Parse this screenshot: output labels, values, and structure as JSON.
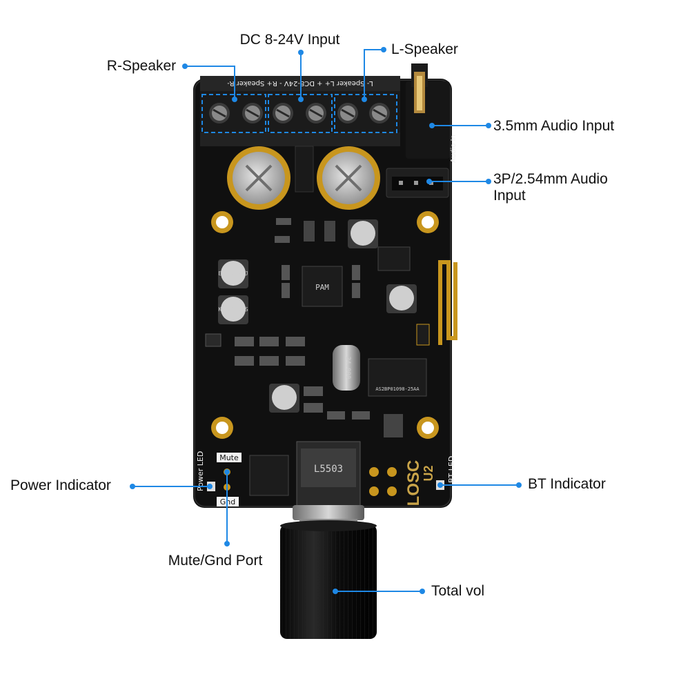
{
  "labels": {
    "dc_input": "DC 8-24V Input",
    "r_speaker": "R-Speaker",
    "l_speaker": "L-Speaker",
    "audio_35": "3.5mm Audio Input",
    "audio_3p_line1": "3P/2.54mm Audio",
    "audio_3p_line2": "Input",
    "power_indicator": "Power Indicator",
    "bt_indicator": "BT Indicator",
    "mute_gnd_port": "Mute/Gnd Port",
    "total_vol": "Total vol"
  },
  "silkscreen": {
    "terminal_header": "L- Speaker L+  +  DC8-24V  -  R+ Speaker R-",
    "audio_in": "Audio In",
    "power_led": "Power LED",
    "bt_led": "BT LED",
    "mute": "Mute",
    "gnd": "Gnd",
    "brand": "LOSC",
    "model": "U2"
  },
  "components": {
    "cap_large": "",
    "cap_small_1": "E0 10 35J",
    "cap_small_2": "K9 47 16S",
    "chip_amp": "PAM",
    "crystal": "24.000",
    "chip_bt": "AS2BP01098-25AA",
    "regulator": "L5503"
  },
  "colors": {
    "accent": "#1e88e5",
    "board": "#101010",
    "gold": "#c9a449"
  }
}
